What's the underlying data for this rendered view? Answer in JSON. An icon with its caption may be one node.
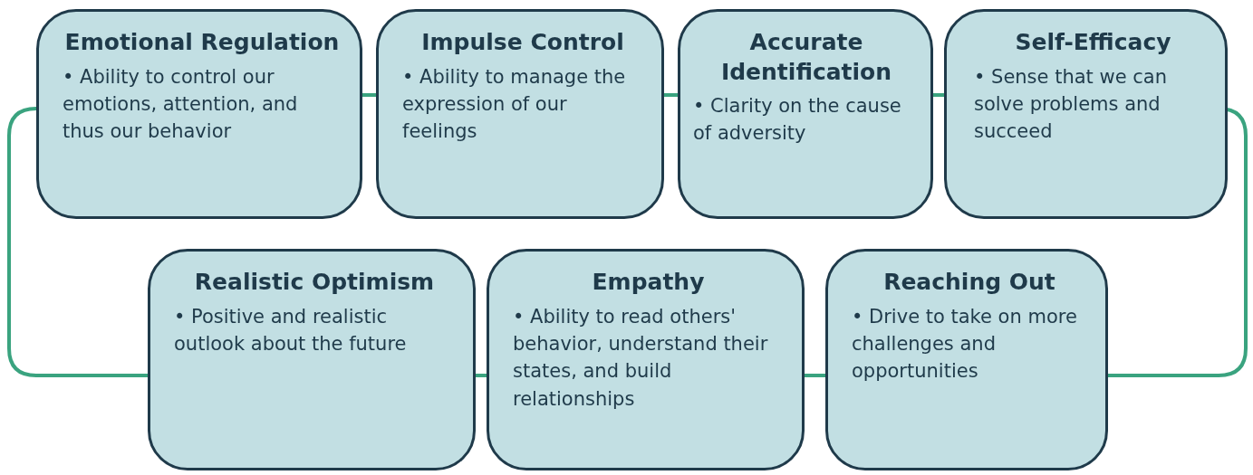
{
  "diagram": {
    "nodes": [
      {
        "text": [
          "Emotional Regulation",
          "• Ability to control our emotions, attention, and thus our behavior"
        ]
      },
      {
        "text": [
          "Impulse Control",
          "• Ability to manage the expression of our feelings"
        ]
      },
      {
        "text": [
          "Accurate Identification",
          "• Clarity on the cause of adversity"
        ]
      },
      {
        "text": [
          "Self-Efficacy",
          "• Sense that we can solve problems and succeed"
        ]
      },
      {
        "text": [
          "Realistic Optimism",
          "• Positive and realistic outlook about the future"
        ]
      },
      {
        "text": [
          "Empathy",
          "• Ability to read others' behavior, understand their states, and build relationships"
        ]
      },
      {
        "text": [
          "Reaching Out",
          "• Drive to take on more challenges and opportunities"
        ]
      }
    ],
    "edges": [
      {
        "from": 0,
        "to": 1,
        "arrow": "none"
      },
      {
        "from": 1,
        "to": 2,
        "arrow": "none"
      },
      {
        "from": 2,
        "to": 3,
        "arrow": "none"
      },
      {
        "from": 3,
        "to": 6,
        "arrow": "none"
      },
      {
        "from": 6,
        "to": 5,
        "arrow": "none"
      },
      {
        "from": 5,
        "to": 4,
        "arrow": "none"
      },
      {
        "from": 4,
        "to": 0,
        "arrow": "none"
      }
    ]
  }
}
